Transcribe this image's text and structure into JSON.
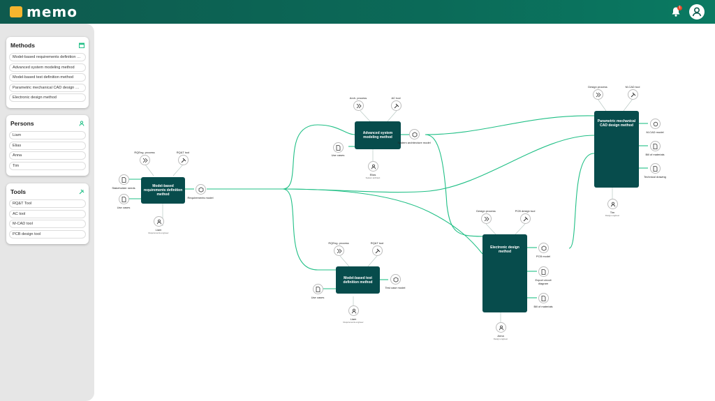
{
  "app": {
    "name": "memo",
    "notification_count": "1"
  },
  "sidebar": {
    "methods": {
      "title": "Methods",
      "items": [
        "Model-based requirements definition method",
        "Advanced system modeling method",
        "Model-based test definition method",
        "Parametric mechanical CAD design method",
        "Electronic design method"
      ]
    },
    "persons": {
      "title": "Persons",
      "items": [
        "Liam",
        "Elias",
        "Anna",
        "Tim"
      ]
    },
    "tools": {
      "title": "Tools",
      "items": [
        "RQ&T Tool",
        "AC tool",
        "M-CAD tool",
        "PCB design tool"
      ]
    }
  },
  "diagram": {
    "m1": {
      "label": "Model-based requirements definition method",
      "proc": "RQEng. process",
      "tool": "RQ&T tool",
      "in1": "Stakeholder needs",
      "in2": "Use cases",
      "out": "Requirements model",
      "person": "Liam",
      "role": "Requirements engineer"
    },
    "m2": {
      "label": "Advanced system modeling method",
      "proc": "Arch. process",
      "tool": "AC tool",
      "in1": "Use cases",
      "out": "System architecture model",
      "person": "Elias",
      "role": "System architect"
    },
    "m3": {
      "label": "Model-based test definition method",
      "proc": "RQEng. process",
      "tool": "RQ&T tool",
      "in1": "Use cases",
      "out": "Test case model",
      "person": "Liam",
      "role": "Requirements engineer"
    },
    "m4": {
      "label": "Parametric mechanical CAD design method",
      "proc": "Design process",
      "tool": "M-CAD tool",
      "out1": "M-CAD model",
      "out2": "Bill of materials",
      "out3": "Technical drawing",
      "person": "Tim",
      "role": "Design engineer"
    },
    "m5": {
      "label": "Electronic design method",
      "proc": "Design process",
      "tool": "PCB design tool",
      "out1": "PCB model",
      "out2": "Export circuit diagram",
      "out3": "Bill of materials",
      "person": "Anna",
      "role": "Design engineer"
    }
  },
  "colors": {
    "accent": "#1fbf85",
    "node": "#074c4c",
    "topbar": "#0e5a4e"
  }
}
